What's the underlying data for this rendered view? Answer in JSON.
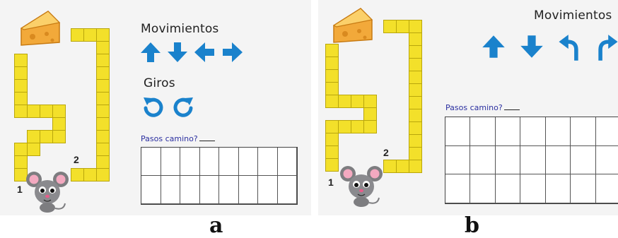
{
  "panel_a": {
    "movimientos_label": "Movimientos",
    "giros_label": "Giros",
    "pasos_label": "Pasos camino?",
    "start_label": "1",
    "end_label": "2",
    "move_icons": [
      "arrow-up-icon",
      "arrow-down-icon",
      "arrow-left-icon",
      "arrow-right-icon"
    ],
    "turn_icons": [
      "rotate-left-icon",
      "rotate-right-icon"
    ],
    "grid": {
      "rows": 2,
      "cols": 8
    }
  },
  "panel_b": {
    "movimientos_label": "Movimientos",
    "pasos_label": "Pasos camino?",
    "start_label": "1",
    "end_label": "2",
    "move_icons": [
      "arrow-up-icon",
      "arrow-down-icon",
      "turn-left-icon",
      "turn-right-icon"
    ],
    "grid": {
      "rows": 3,
      "cols": 7
    }
  },
  "captions": {
    "a": "a",
    "b": "b"
  },
  "colors": {
    "path_yellow": "#f3e02a",
    "arrow_blue": "#1a82cc",
    "pasos_text": "#2b2fa0"
  }
}
